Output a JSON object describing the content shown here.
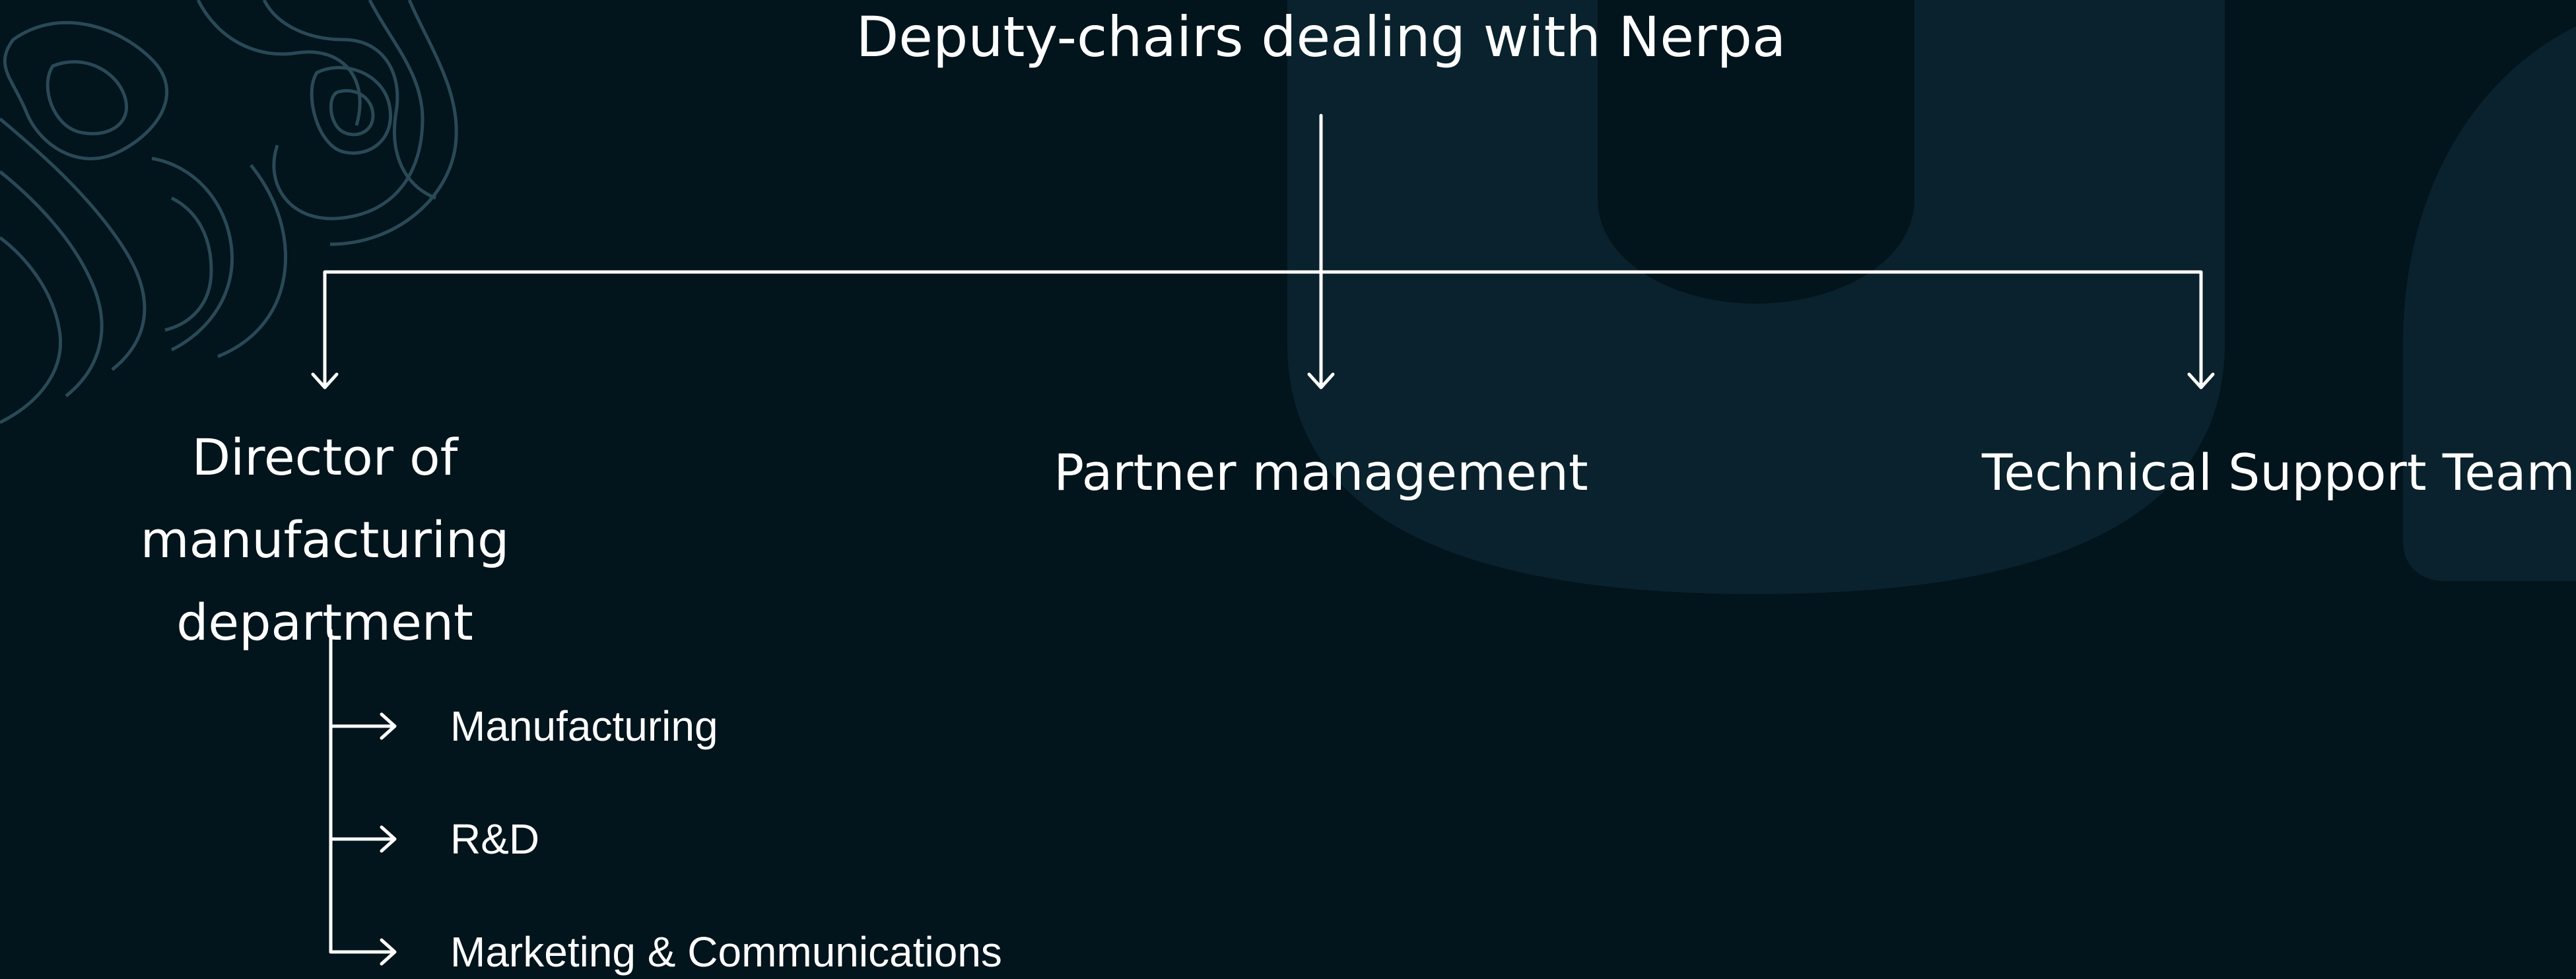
{
  "diagram": {
    "root": {
      "label": "Deputy-chairs dealing with Nerpa"
    },
    "children": [
      {
        "label_lines": [
          "Director of manufacturing",
          "department"
        ],
        "sub_items": [
          "Manufacturing",
          "R&D",
          "Marketing & Communications"
        ]
      },
      {
        "label": "Partner management"
      },
      {
        "label": "Technical Support Team"
      }
    ]
  },
  "theme": {
    "background": "#02141c",
    "line_color": "#ffffff",
    "text_color": "#ffffff",
    "decor_color": "#0a222d",
    "contour_color": "#2a4956"
  },
  "icons": [
    "arrow-down-icon",
    "arrow-right-icon",
    "topographic-contour-decoration"
  ]
}
